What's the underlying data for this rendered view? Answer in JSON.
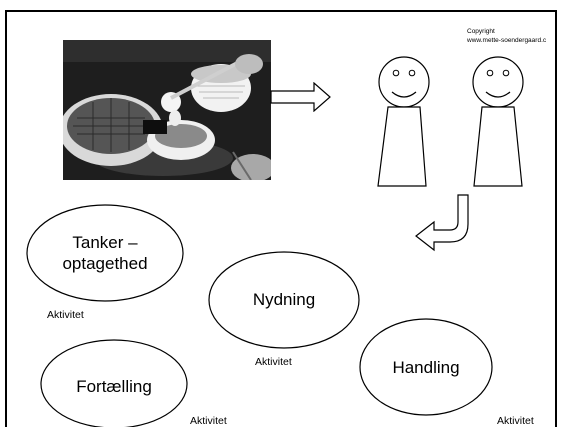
{
  "copyright": {
    "line1": "Copyright",
    "line2": "www.mette-soendergaard.c"
  },
  "photo": {
    "alt": "waffle iron with batter being poured"
  },
  "figures": {
    "count": 2
  },
  "ellipses": {
    "tanker": {
      "line1": "Tanker –",
      "line2": "optagethed",
      "activity": "Aktivitet"
    },
    "nydning": {
      "label": "Nydning",
      "activity": "Aktivitet"
    },
    "handling": {
      "label": "Handling",
      "activity": "Aktivitet"
    },
    "fortaelling": {
      "label": "Fortælling",
      "activity": "Aktivitet"
    }
  }
}
